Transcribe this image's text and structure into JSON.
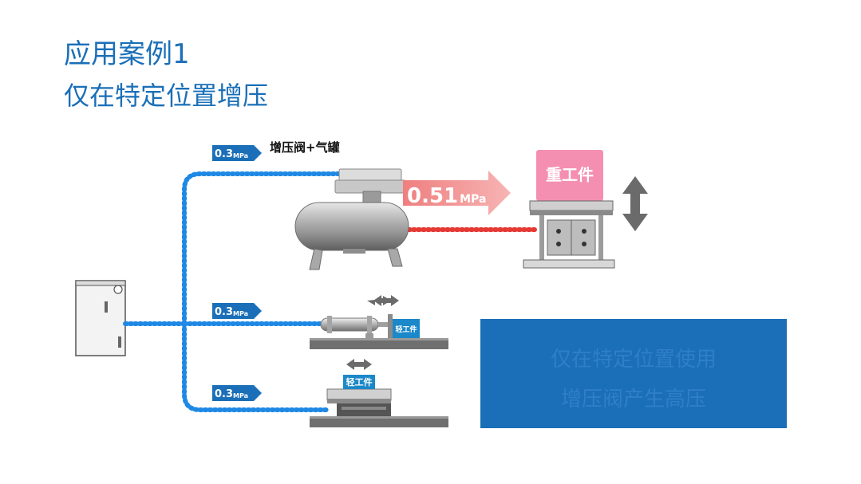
{
  "title": {
    "line1": "应用案例1",
    "line2": "仅在特定位置增压"
  },
  "pressure_tags": {
    "supply": "0.3",
    "unit": "MPa"
  },
  "booster": {
    "label": "增压阀+气罐",
    "output_value": "0.51",
    "output_unit": "MPa"
  },
  "heavy_workpiece": "重工件",
  "light_workpiece_1": "轻工件",
  "light_workpiece_2": "轻工件",
  "callout": {
    "line1": "仅在特定位置使用",
    "line2": "增压阀产生高压"
  },
  "colors": {
    "title": "#1a6fb8",
    "pipe_blue": "#1e88e5",
    "pipe_red": "#e53935",
    "workpiece_pink": "#f48fb1",
    "tag_blue": "#1a6fb8",
    "callout_bg": "#1a6fb8"
  }
}
